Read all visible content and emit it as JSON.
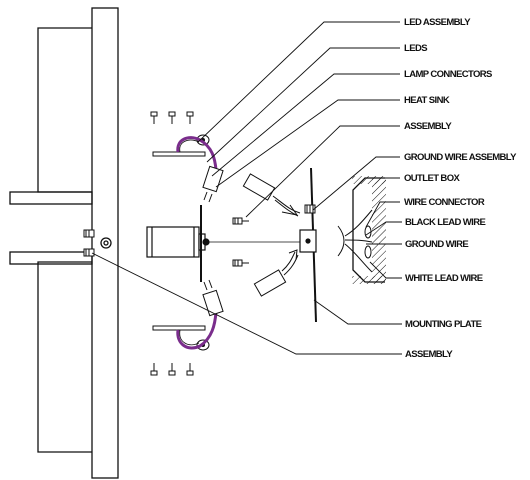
{
  "labels": {
    "led_assembly": "LED ASSEMBLY",
    "leds": "LEDS",
    "lamp_connectors": "LAMP CONNECTORS",
    "heat_sink": "HEAT SINK",
    "assembly_top": "ASSEMBLY",
    "ground_wire_assembly": "GROUND WIRE ASSEMBLY",
    "outlet_box": "OUTLET BOX",
    "wire_connector": "WIRE CONNECTOR",
    "black_lead_wire": "BLACK LEAD WIRE",
    "ground_wire": "GROUND WIRE",
    "white_lead_wire": "WHITE LEAD WIRE",
    "mounting_plate": "MOUNTING PLATE",
    "assembly_bottom": "ASSEMBLY"
  },
  "colors": {
    "line": "#111111",
    "wire": "#7a2d8c",
    "background": "#ffffff"
  }
}
